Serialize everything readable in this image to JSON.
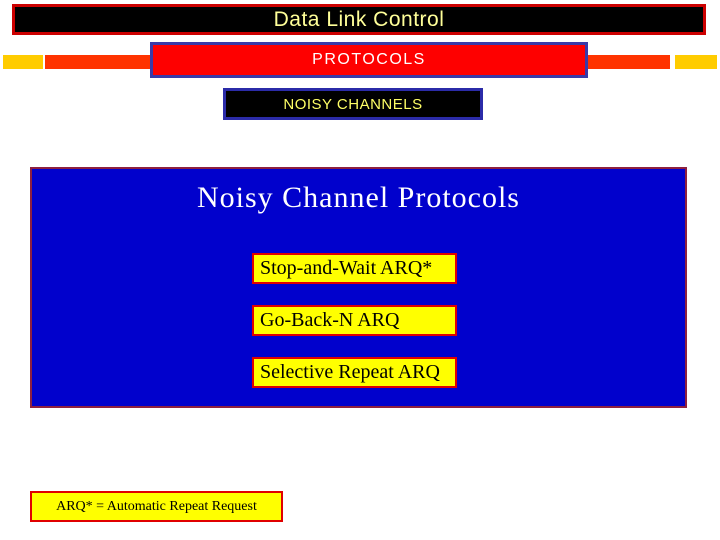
{
  "slide": {
    "title_banner": {
      "label": "Data Link Control"
    },
    "protocols_banner": {
      "label": "PROTOCOLS"
    },
    "noisy_banner": {
      "label": "NOISY CHANNELS"
    },
    "main_box": {
      "title": "Noisy Channel Protocols",
      "items": [
        "Stop-and-Wait ARQ*",
        "Go-Back-N ARQ",
        "Selective Repeat ARQ"
      ]
    },
    "footnote": {
      "label": "ARQ* = Automatic Repeat Request"
    },
    "colors": {
      "title_banner_bg": "#000000",
      "title_banner_border": "#cc0000",
      "title_banner_text": "#ffff99",
      "protocols_bg": "#fe0000",
      "protocols_border": "#3a3aa8",
      "protocols_text": "#ffffff",
      "noisy_bg": "#000000",
      "noisy_border": "#2b2ba8",
      "noisy_text": "#ffff66",
      "main_box_bg": "#0101cc",
      "main_box_border": "#8e2040",
      "main_title_text": "#ffffff",
      "menu_item_bg": "#ffff00",
      "menu_item_border": "#e00000",
      "menu_item_text": "#000000",
      "bar_yellow": "#ffcc00",
      "bar_orange": "#ff3300",
      "background": "#ffffff"
    }
  }
}
